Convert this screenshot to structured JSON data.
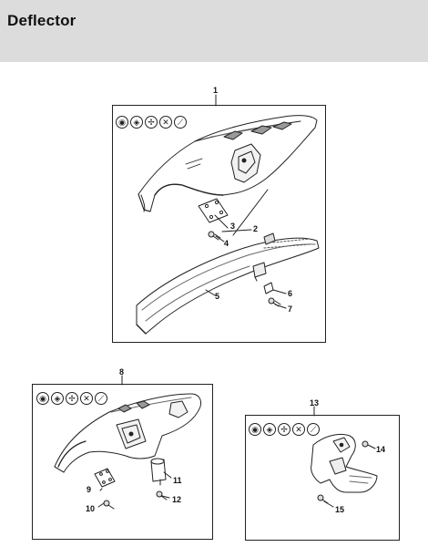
{
  "header": {
    "title": "Deflector"
  },
  "tool_symbols": [
    "string-trimmer-head-icon",
    "mowing-head-icon",
    "grass-cutting-blade-icon",
    "brush-knife-icon",
    "polycut-head-icon"
  ],
  "callouts": {
    "c1": "1",
    "c2": "2",
    "c3": "3",
    "c4": "4",
    "c5": "5",
    "c6": "6",
    "c7": "7",
    "c8": "8",
    "c9": "9",
    "c10": "10",
    "c11": "11",
    "c12": "12",
    "c13": "13",
    "c14": "14",
    "c15": "15"
  }
}
